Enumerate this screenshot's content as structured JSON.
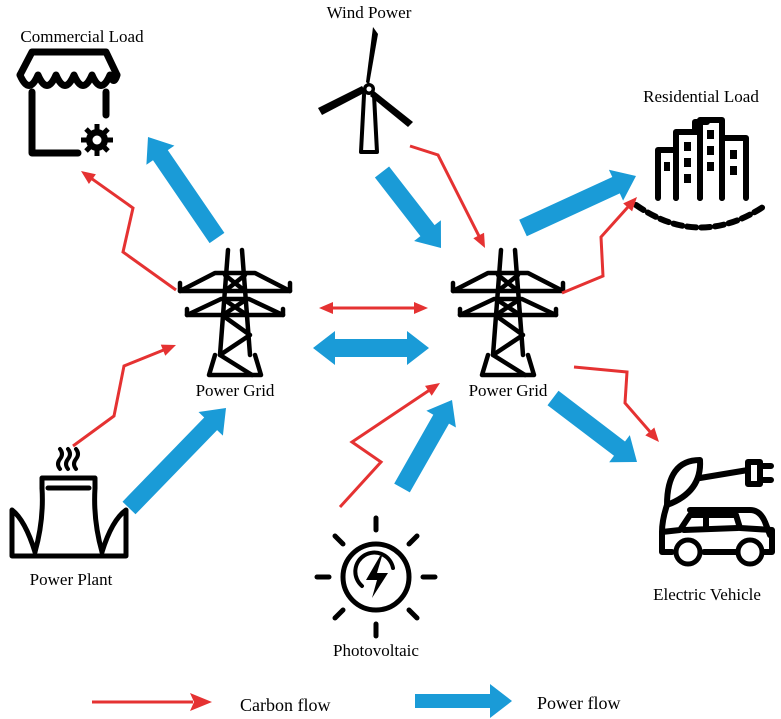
{
  "nodes": {
    "commercial_load": "Commercial Load",
    "wind_power": "Wind Power",
    "residential_load": "Residential Load",
    "power_grid_left": "Power Grid",
    "power_grid_right": "Power Grid",
    "power_plant": "Power Plant",
    "photovoltaic": "Photovoltaic",
    "electric_vehicle": "Electric Vehicle"
  },
  "legend": {
    "carbon_flow": "Carbon flow",
    "power_flow": "Power flow"
  },
  "colors": {
    "carbon_flow": "#e53232",
    "power_flow": "#1a9bd7",
    "icon_ink": "#000000"
  },
  "icons": [
    "store-gear-icon",
    "wind-turbine-icon",
    "residential-buildings-icon",
    "transmission-tower-icon",
    "factory-chimney-icon",
    "solar-sun-bolt-icon",
    "electric-car-plug-icon"
  ]
}
